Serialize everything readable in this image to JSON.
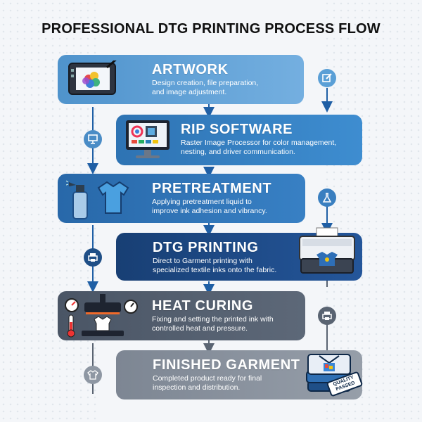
{
  "title": "PROFESSIONAL DTG PRINTING PROCESS FLOW",
  "steps": [
    {
      "name": "ARTWORK",
      "desc_lines": [
        "Design creation, file preparation,",
        "and image adjustment."
      ],
      "color": "#5e9fd4",
      "side": "right-badge"
    },
    {
      "name": "RIP SOFTWARE",
      "desc_lines": [
        "Raster Image Processor for color management,",
        "nesting, and driver communication."
      ],
      "color": "#2f78b9",
      "side": "left-badge"
    },
    {
      "name": "PRETREATMENT",
      "desc_lines": [
        "Applying pretreatment liquid to",
        "improve ink adhesion and vibrancy."
      ],
      "color": "#2a6bad",
      "side": "right-badge"
    },
    {
      "name": "DTG PRINTING",
      "desc_lines": [
        "Direct to Garment printing with",
        "specialized textile inks onto the fabric."
      ],
      "color": "#1a4a86",
      "side": "left-badge"
    },
    {
      "name": "HEAT CURING",
      "desc_lines": [
        "Fixing and setting the printed ink with",
        "controlled heat and pressure."
      ],
      "color": "#505c6c",
      "side": "right-badge"
    },
    {
      "name": "FINISHED GARMENT",
      "desc_lines": [
        "Completed product ready for final",
        "inspection and distribution."
      ],
      "color": "#858e9a",
      "side": "left-badge"
    }
  ],
  "quality_stamp": "QUALITY PASSED",
  "badges": [
    "edit-icon",
    "monitor-icon",
    "flask-icon",
    "printer-icon",
    "printer-icon",
    "tshirt-icon"
  ]
}
